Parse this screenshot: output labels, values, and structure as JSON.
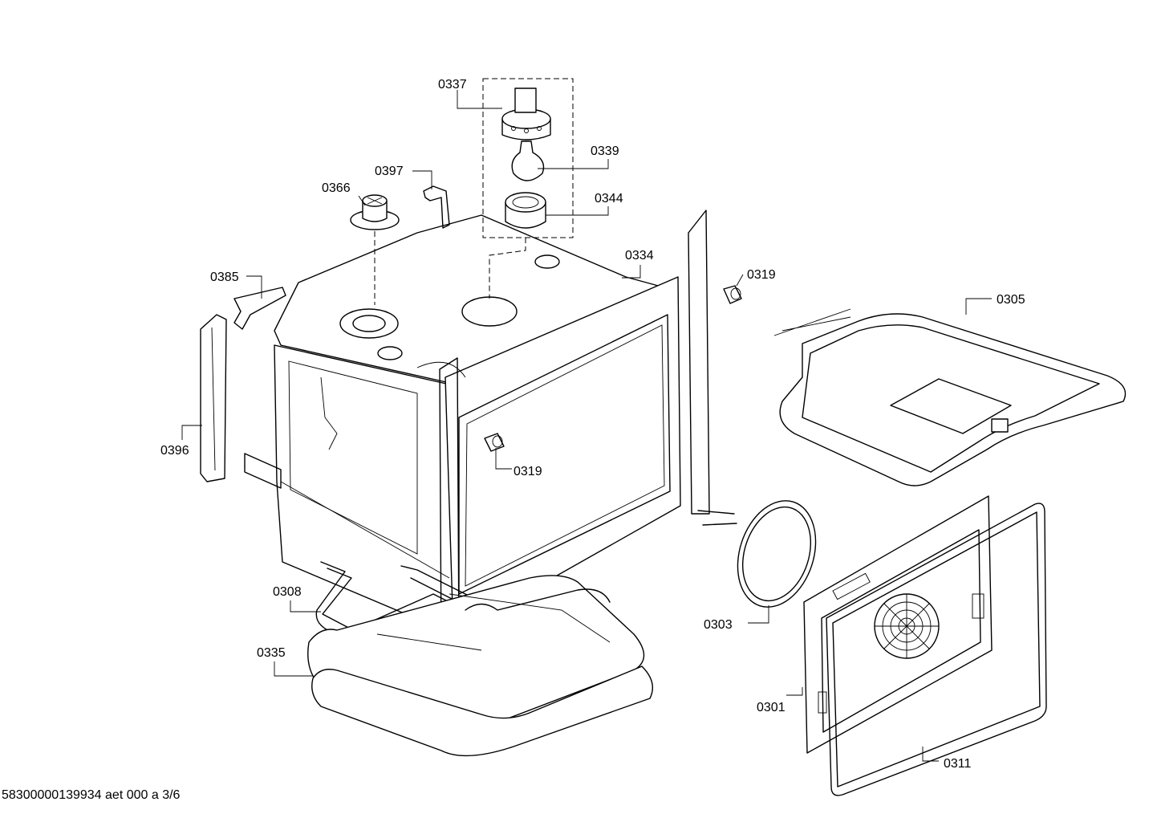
{
  "footer": {
    "text": "58300000139934 aet 000 a 3/6"
  },
  "callouts": {
    "c0337": "0337",
    "c0339": "0339",
    "c0344": "0344",
    "c0397": "0397",
    "c0366": "0366",
    "c0385": "0385",
    "c0334": "0334",
    "c0319a": "0319",
    "c0319b": "0319",
    "c0305": "0305",
    "c0396": "0396",
    "c0308": "0308",
    "c0335": "0335",
    "c0303": "0303",
    "c0301": "0301",
    "c0311": "0311"
  },
  "colors": {
    "line": "#000000",
    "background": "#ffffff"
  }
}
